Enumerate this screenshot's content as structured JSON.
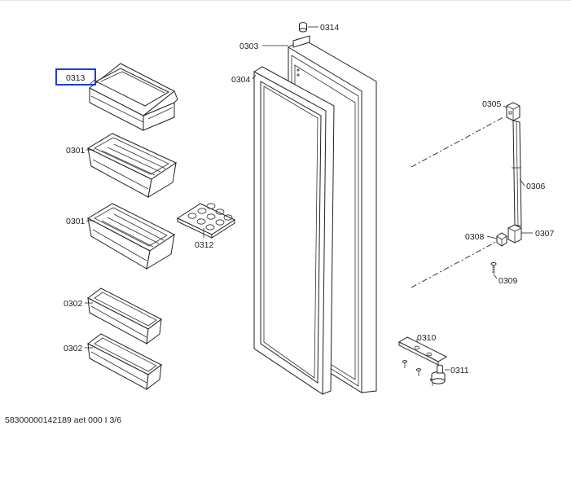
{
  "labels": {
    "p0313": "0313",
    "p0301a": "0301",
    "p0301b": "0301",
    "p0312": "0312",
    "p0302a": "0302",
    "p0302b": "0302",
    "p0303": "0303",
    "p0304": "0304",
    "p0314": "0314",
    "p0305": "0305",
    "p0306": "0306",
    "p0307": "0307",
    "p0308": "0308",
    "p0309": "0309",
    "p0310": "0310",
    "p0311": "0311"
  },
  "footer": "58300000142189 aet 000 I 3/6",
  "highlight_color": "#1a3fd6"
}
